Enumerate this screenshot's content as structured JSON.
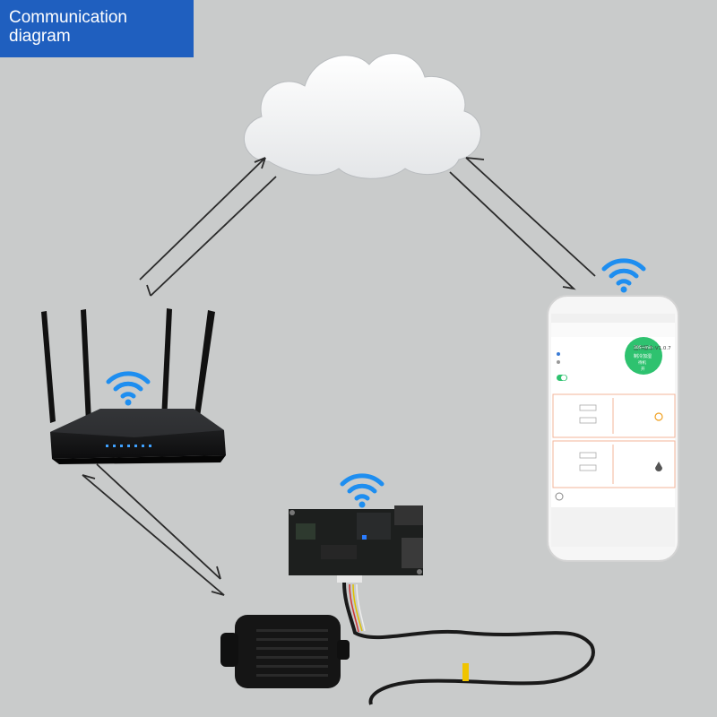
{
  "title": {
    "line1": "Communication",
    "line2": "diagram"
  },
  "phone": {
    "version": "固件版本:V1.0.7",
    "status_line1": "30S~min",
    "status_line2": "制冷加湿",
    "status_line3": "待机",
    "status_line4": "开"
  },
  "colors": {
    "title_bg": "#1f5fbf",
    "wifi": "#1e8ef0",
    "phone_accent": "#2ec26f",
    "card_border": "#f3b49a",
    "arrow": "#2a2a2a",
    "background": "#c9cbcb"
  },
  "icons": [
    "wifi-icon",
    "cloud-icon",
    "router-icon",
    "smartphone-icon",
    "controller-board-icon",
    "sensor-probe-icon"
  ]
}
